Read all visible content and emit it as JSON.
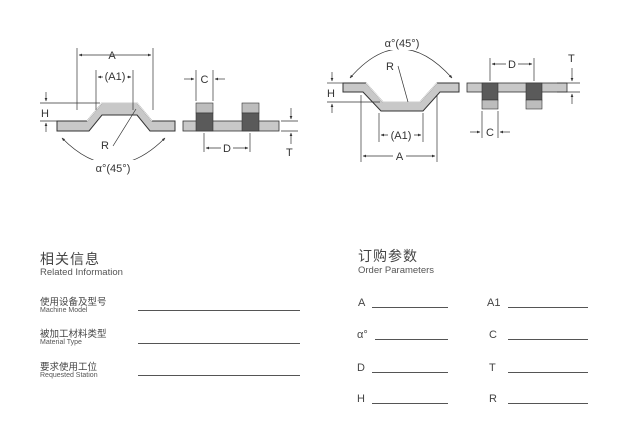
{
  "left_drawing": {
    "labels": {
      "A": "A",
      "A1": "(A1)",
      "H": "H",
      "R": "R",
      "alpha": "α°(45°)",
      "C": "C",
      "D": "D",
      "T": "T"
    }
  },
  "right_drawing": {
    "labels": {
      "A": "A",
      "A1": "(A1)",
      "H": "H",
      "R": "R",
      "alpha": "α°(45°)",
      "C": "C",
      "D": "D",
      "T": "T"
    }
  },
  "colors": {
    "profile_fill": "#c8c8c8",
    "tool_dark": "#5a5a5a",
    "tool_light": "#bdbdbd",
    "line": "#333333"
  },
  "related": {
    "title_cn": "相关信息",
    "title_en": "Related Information",
    "fields": [
      {
        "cn": "使用设备及型号",
        "en": "Machine Model"
      },
      {
        "cn": "被加工材料类型",
        "en": "Material  Type"
      },
      {
        "cn": "要求使用工位",
        "en": "Requested Station"
      }
    ]
  },
  "order": {
    "title_cn": "订购参数",
    "title_en": "Order Parameters",
    "params": [
      "A",
      "A1",
      "α°",
      "C",
      "D",
      "T",
      "H",
      "R"
    ]
  }
}
